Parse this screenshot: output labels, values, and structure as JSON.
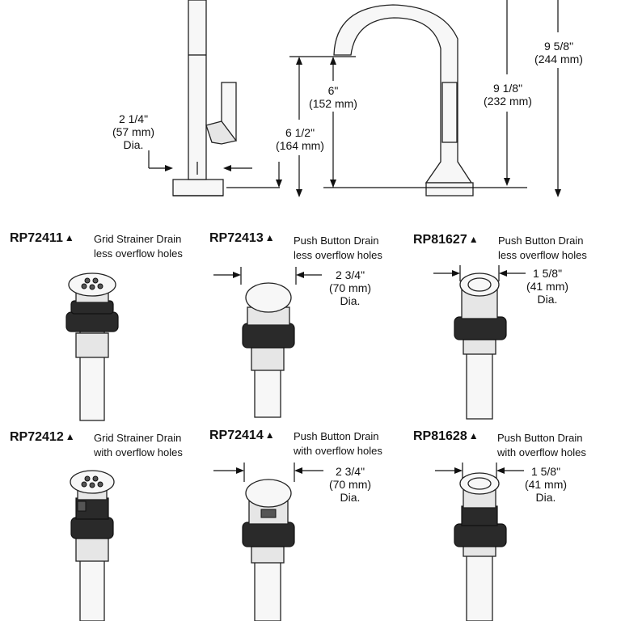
{
  "dimensions": {
    "outlet_dia": {
      "inch": "2 1/4\"",
      "mm": "(57 mm)",
      "note": "Dia."
    },
    "spout_reach": {
      "inch": "6\"",
      "mm": "(152 mm)"
    },
    "spout_under": {
      "inch": "6 1/2\"",
      "mm": "(164 mm)"
    },
    "handle_height": {
      "inch": "9 1/8\"",
      "mm": "(232 mm)"
    },
    "overall_height": {
      "inch": "9 5/8\"",
      "mm": "(244 mm)"
    }
  },
  "drains": [
    {
      "code": "RP72411",
      "marker": "▲",
      "desc1": "Grid Strainer Drain",
      "desc2": "less overflow holes"
    },
    {
      "code": "RP72413",
      "marker": "▲",
      "desc1": "Push Button Drain",
      "desc2": "less overflow holes",
      "dim": {
        "inch": "2 3/4\"",
        "mm": "(70 mm)",
        "note": "Dia."
      }
    },
    {
      "code": "RP81627",
      "marker": "▲",
      "desc1": "Push Button Drain",
      "desc2": "less overflow holes",
      "dim": {
        "inch": "1 5/8\"",
        "mm": "(41 mm)",
        "note": "Dia."
      }
    },
    {
      "code": "RP72412",
      "marker": "▲",
      "desc1": "Grid Strainer Drain",
      "desc2": "with overflow holes"
    },
    {
      "code": "RP72414",
      "marker": "▲",
      "desc1": "Push Button Drain",
      "desc2": "with overflow holes",
      "dim": {
        "inch": "2 3/4\"",
        "mm": "(70 mm)",
        "note": "Dia."
      }
    },
    {
      "code": "RP81628",
      "marker": "▲",
      "desc1": "Push Button Drain",
      "desc2": "with overflow holes",
      "dim": {
        "inch": "1 5/8\"",
        "mm": "(41 mm)",
        "note": "Dia."
      }
    }
  ]
}
